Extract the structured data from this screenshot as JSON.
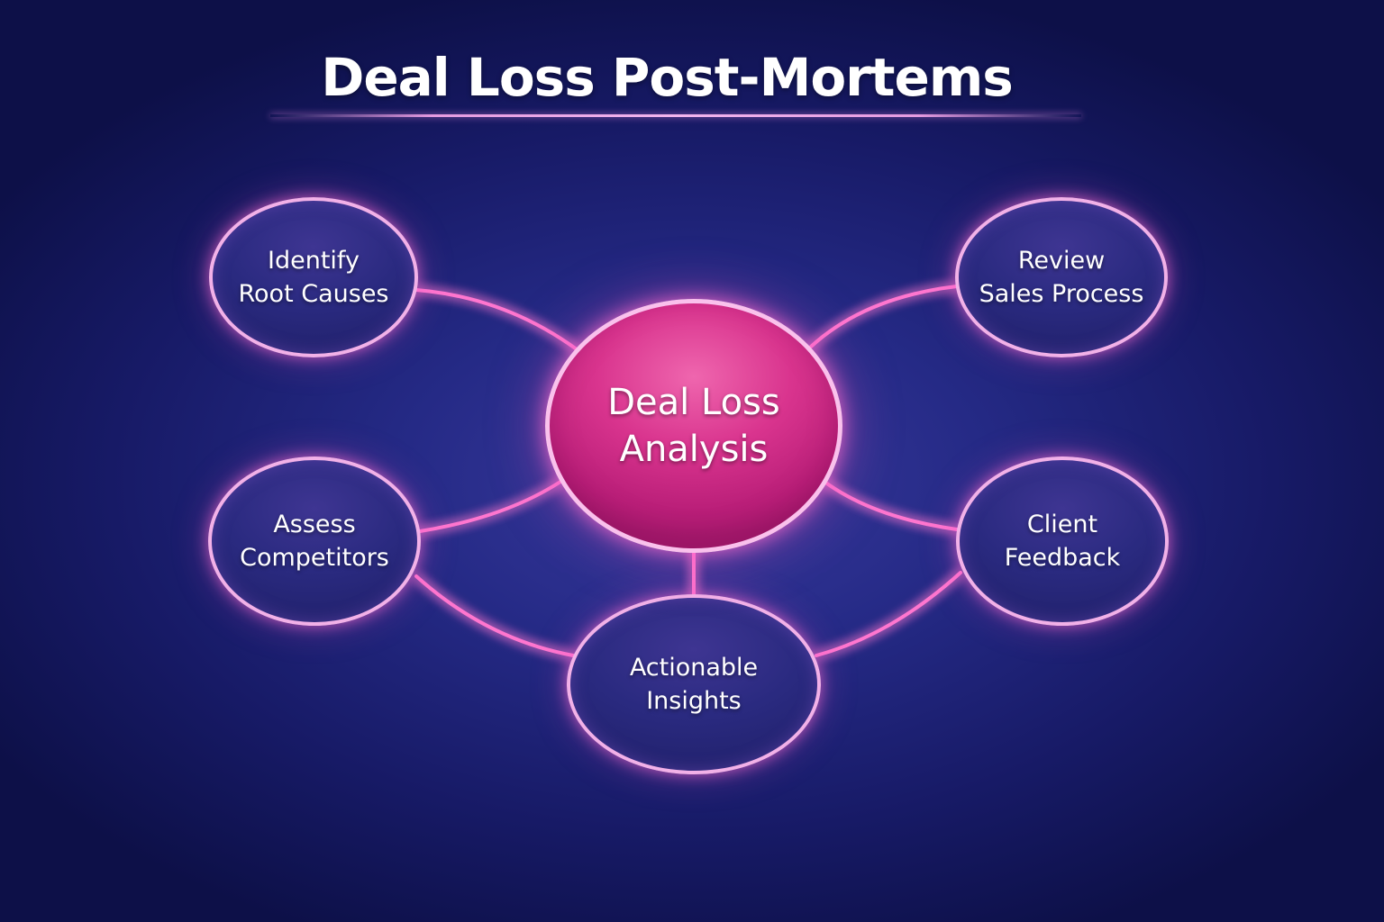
{
  "title": "Deal Loss Post-Mortems",
  "colors": {
    "background_dark": "#0d1048",
    "background_mid": "#252a86",
    "center_fill": "#d9348e",
    "node_fill": "#2a2a80",
    "node_border": "#f2b1e8",
    "connector_glow": "#ff6fc8",
    "text": "#ffffff"
  },
  "center_node": {
    "label": "Deal Loss\nAnalysis"
  },
  "nodes": [
    {
      "id": "identify-root-causes",
      "label": "Identify\nRoot Causes"
    },
    {
      "id": "review-sales-process",
      "label": "Review\nSales Process"
    },
    {
      "id": "assess-competitors",
      "label": "Assess\nCompetitors"
    },
    {
      "id": "client-feedback",
      "label": "Client\nFeedback"
    },
    {
      "id": "actionable-insights",
      "label": "Actionable\nInsights"
    }
  ],
  "connections": [
    [
      "deal-loss-analysis",
      "identify-root-causes"
    ],
    [
      "deal-loss-analysis",
      "review-sales-process"
    ],
    [
      "deal-loss-analysis",
      "assess-competitors"
    ],
    [
      "deal-loss-analysis",
      "client-feedback"
    ],
    [
      "deal-loss-analysis",
      "actionable-insights"
    ],
    [
      "assess-competitors",
      "actionable-insights"
    ],
    [
      "client-feedback",
      "actionable-insights"
    ]
  ]
}
